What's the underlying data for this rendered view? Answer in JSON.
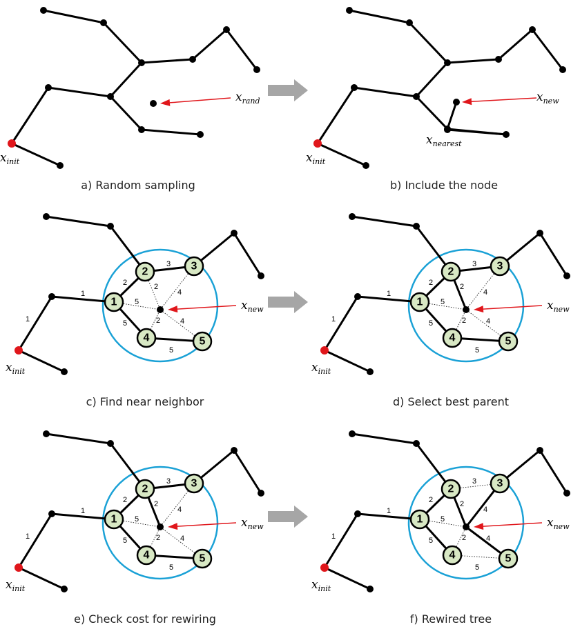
{
  "panels": [
    {
      "id": "a",
      "caption": "a) Random sampling",
      "label": "x",
      "label_sub": "rand",
      "init_sub": "init"
    },
    {
      "id": "b",
      "caption": "b) Include the node",
      "label": "x",
      "label_sub": "new",
      "nearest_sub": "nearest",
      "init_sub": "init"
    },
    {
      "id": "c",
      "caption": "c) Find near neighbor",
      "label": "x",
      "label_sub": "new",
      "init_sub": "init"
    },
    {
      "id": "d",
      "caption": "d) Select best parent",
      "label": "x",
      "label_sub": "new",
      "init_sub": "init"
    },
    {
      "id": "e",
      "caption": "e) Check cost for rewiring",
      "label": "x",
      "label_sub": "new",
      "init_sub": "init"
    },
    {
      "id": "f",
      "caption": "f) Rewired tree",
      "label": "x",
      "label_sub": "new",
      "init_sub": "init"
    }
  ],
  "neighbor_nodes": [
    "1",
    "2",
    "3",
    "4",
    "5"
  ],
  "edge_weights": {
    "init_to_a": "1",
    "a_to_n1": "1",
    "n1_n2": "2",
    "n2_n3": "3",
    "n1_n4": "5",
    "n4_n5": "5",
    "n1_new": "5",
    "n2_new": "2",
    "n3_new": "4",
    "n4_new": "2",
    "n5_new": "4"
  },
  "colors": {
    "init_node": "#e0161b",
    "neighbor_fill": "#d8e8c4",
    "neighborhood_circle": "#1aa1d6",
    "sample_arrow": "#e0161b",
    "step_arrow": "#a6a6a6"
  }
}
